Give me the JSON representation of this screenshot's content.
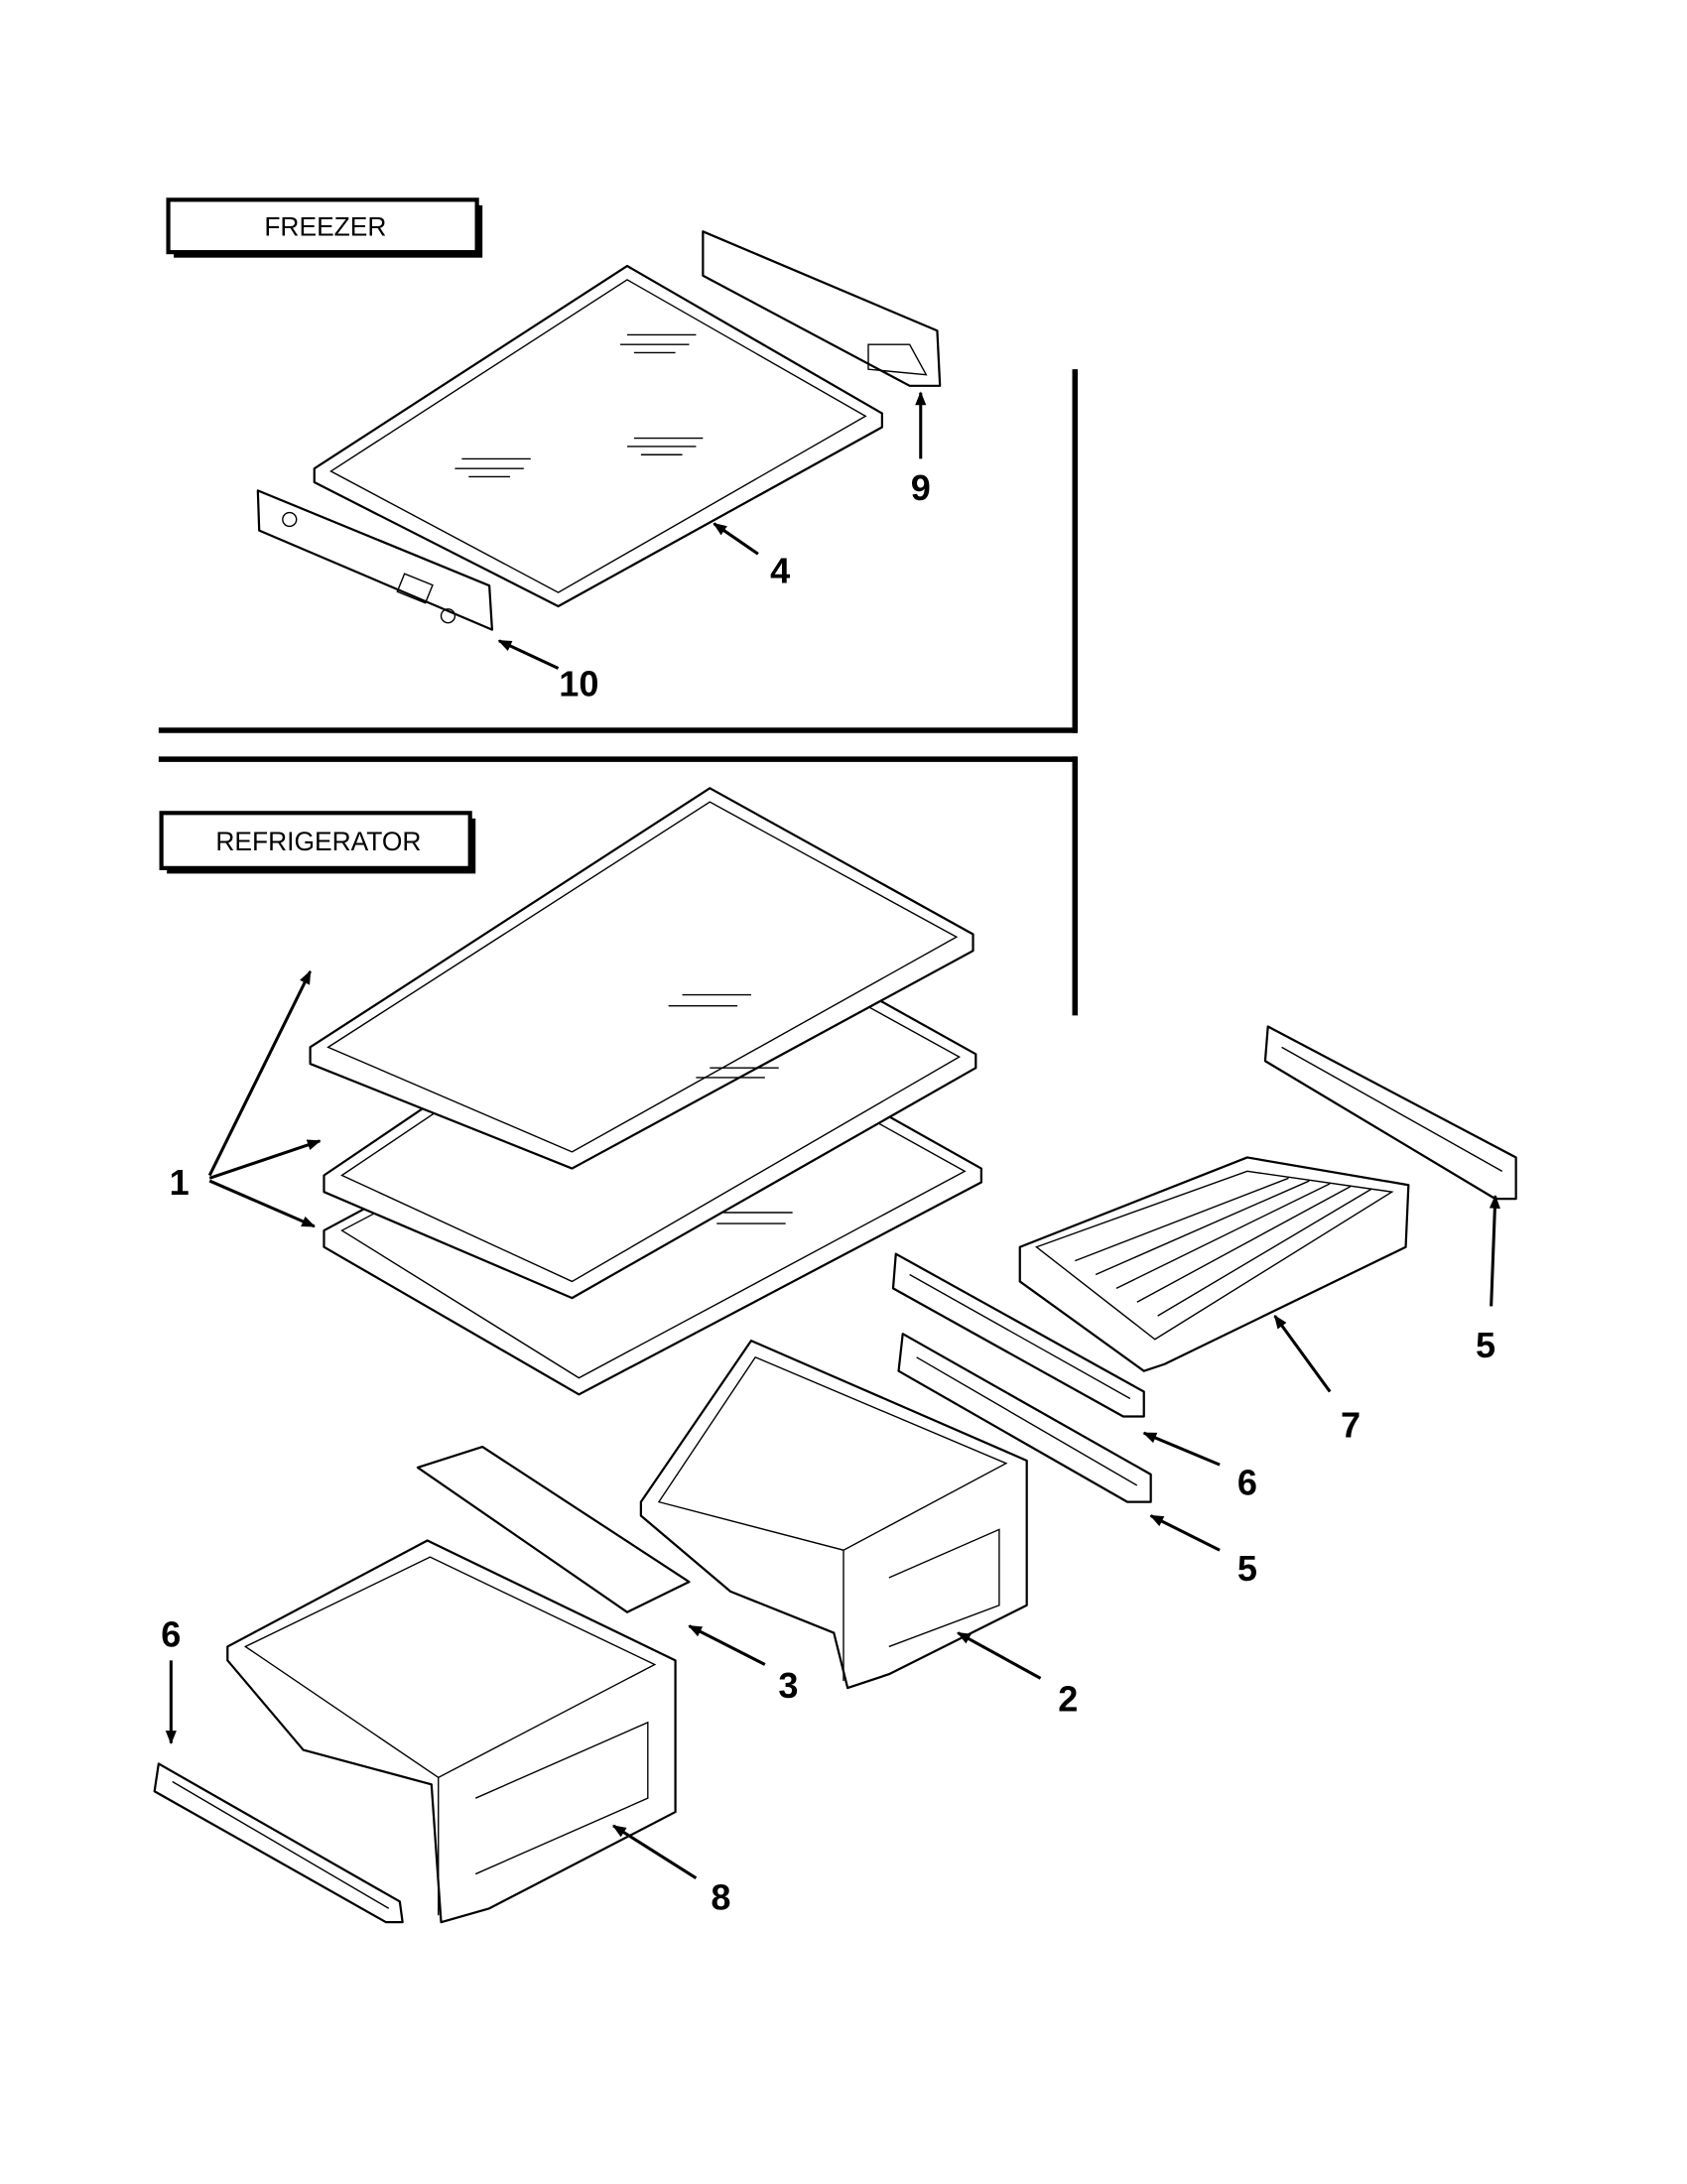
{
  "sections": {
    "freezer": {
      "label": "FREEZER"
    },
    "refrigerator": {
      "label": "REFRIGERATOR"
    }
  },
  "callouts": {
    "freezer_bracket": "9",
    "freezer_shelf": "4",
    "freezer_trim": "10",
    "shelves": "1",
    "tray_rail_right": "5",
    "tray": "7",
    "crisper_rail_upper": "6",
    "crisper_rail_lower": "5",
    "crisper_right": "2",
    "crisper_cover": "3",
    "rail_left": "6",
    "crisper_left": "8"
  }
}
